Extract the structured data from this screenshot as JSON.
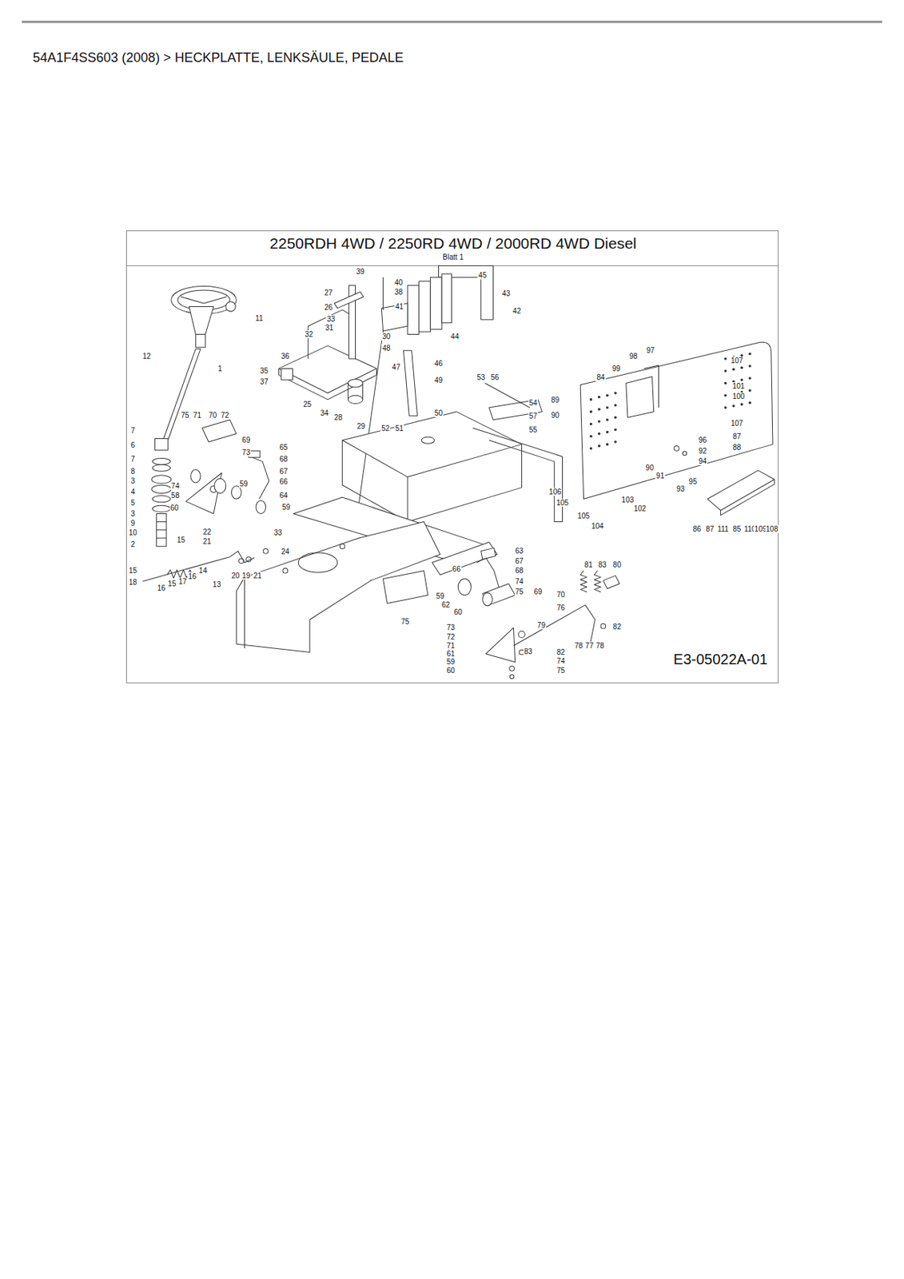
{
  "diagram": {
    "title": "54A1F4SS603 (2008) > HECKPLATTE, LENKSÄULE, PEDALE",
    "nodes": [
      {
        "text": [
          "2250RDH 4WD / 2250RD 4WD / 2000RD 4WD Diesel",
          "Blatt 1",
          "E3-05022A-01"
        ]
      }
    ],
    "labels": [
      "11",
      "12",
      "1",
      "7",
      "6",
      "7",
      "8",
      "3",
      "4",
      "5",
      "3",
      "9",
      "10",
      "2",
      "15",
      "18",
      "16",
      "15",
      "17",
      "16",
      "14",
      "13",
      "15",
      "22",
      "21",
      "20",
      "19",
      "21",
      "33",
      "24",
      "75",
      "71",
      "70",
      "72",
      "69",
      "73",
      "74",
      "58",
      "59",
      "60",
      "59",
      "65",
      "68",
      "67",
      "66",
      "64",
      "39",
      "40",
      "38",
      "45",
      "27",
      "43",
      "26",
      "41",
      "42",
      "33",
      "31",
      "32",
      "30",
      "44",
      "36",
      "35",
      "37",
      "25",
      "34",
      "28",
      "29",
      "48",
      "47",
      "46",
      "49",
      "52",
      "51",
      "50",
      "53",
      "56",
      "54",
      "57",
      "55",
      "97",
      "98",
      "99",
      "84",
      "107",
      "101",
      "100",
      "107",
      "89",
      "90",
      "96",
      "92",
      "90",
      "91",
      "94",
      "95",
      "93",
      "87",
      "88",
      "106",
      "105",
      "103",
      "102",
      "105",
      "104",
      "86",
      "87",
      "111",
      "85",
      "110",
      "109",
      "108",
      "63",
      "67",
      "68",
      "66",
      "74",
      "75",
      "59",
      "62",
      "69",
      "70",
      "60",
      "76",
      "81",
      "83",
      "80",
      "75",
      "73",
      "72",
      "71",
      "61",
      "59",
      "60",
      "79",
      "83",
      "82",
      "78",
      "77",
      "78",
      "82",
      "74",
      "75"
    ]
  }
}
